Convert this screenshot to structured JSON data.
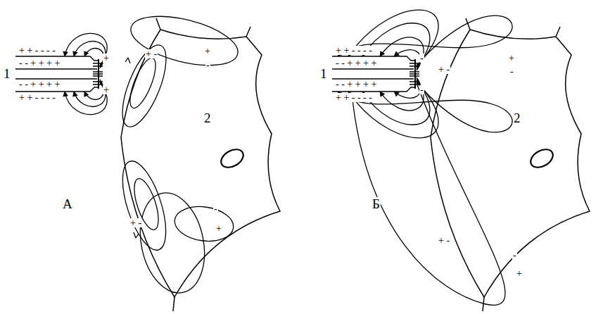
{
  "diagram": {
    "nodes": [
      {
        "text": [
          "1"
        ]
      },
      {
        "text": [
          "2"
        ]
      },
      {
        "text": [
          "1"
        ]
      },
      {
        "text": [
          "2"
        ]
      }
    ],
    "labels": [
      "A",
      "Б",
      "+ + - - - -",
      "- - + + + +",
      "- - + + + +",
      "+ + - - - -",
      "+",
      "+",
      "+ -",
      "+",
      "-",
      "+ -",
      "-",
      "+",
      "+ + - - - -",
      "- - + + + +",
      "- - + + + +",
      "+ + - - - -",
      "-",
      "-",
      "+ -",
      "+",
      "-",
      "+ -",
      "-",
      "+"
    ]
  }
}
